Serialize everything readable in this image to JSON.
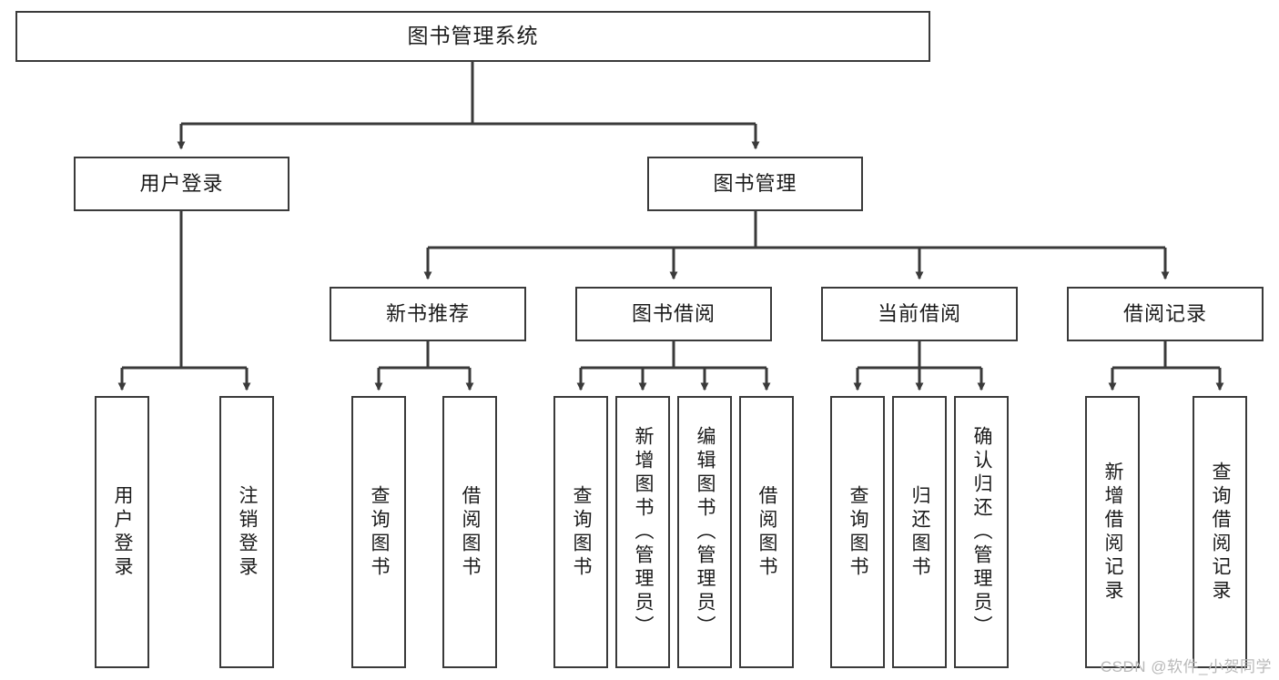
{
  "diagram": {
    "type": "tree-hierarchy",
    "title": "图书管理系统",
    "watermark": "CSDN @软件_小贺同学",
    "colors": {
      "box_border": "#3a3a3a",
      "box_fill": "#ffffff",
      "connector": "#3a3a3a",
      "text": "#1b1b1b",
      "watermark": "#b9b9b9",
      "background": "#ffffff"
    },
    "levels": {
      "root": {
        "label": "图书管理系统"
      },
      "level2": [
        {
          "id": "user-login",
          "label": "用户登录"
        },
        {
          "id": "book-management",
          "label": "图书管理"
        }
      ],
      "level3": [
        {
          "id": "new-book-recommend",
          "label": "新书推荐",
          "parent": "book-management"
        },
        {
          "id": "book-borrow",
          "label": "图书借阅",
          "parent": "book-management"
        },
        {
          "id": "current-borrow",
          "label": "当前借阅",
          "parent": "book-management"
        },
        {
          "id": "borrow-record",
          "label": "借阅记录",
          "parent": "book-management"
        }
      ],
      "leaves": [
        {
          "id": "leaf-user-login",
          "label": "用户登录",
          "parent": "user-login"
        },
        {
          "id": "leaf-logout",
          "label": "注销登录",
          "parent": "user-login"
        },
        {
          "id": "leaf-query-book-1",
          "label": "查询图书",
          "parent": "new-book-recommend"
        },
        {
          "id": "leaf-borrow-book-1",
          "label": "借阅图书",
          "parent": "new-book-recommend"
        },
        {
          "id": "leaf-query-book-2",
          "label": "查询图书",
          "parent": "book-borrow"
        },
        {
          "id": "leaf-add-book",
          "label": "新增图书（管理员）",
          "parent": "book-borrow"
        },
        {
          "id": "leaf-edit-book",
          "label": "编辑图书（管理员）",
          "parent": "book-borrow"
        },
        {
          "id": "leaf-borrow-book-2",
          "label": "借阅图书",
          "parent": "book-borrow"
        },
        {
          "id": "leaf-query-book-3",
          "label": "查询图书",
          "parent": "current-borrow"
        },
        {
          "id": "leaf-return-book",
          "label": "归还图书",
          "parent": "current-borrow"
        },
        {
          "id": "leaf-confirm-return",
          "label": "确认归还（管理员）",
          "parent": "current-borrow"
        },
        {
          "id": "leaf-add-record",
          "label": "新增借阅记录",
          "parent": "borrow-record"
        },
        {
          "id": "leaf-query-record",
          "label": "查询借阅记录",
          "parent": "borrow-record"
        }
      ]
    }
  }
}
